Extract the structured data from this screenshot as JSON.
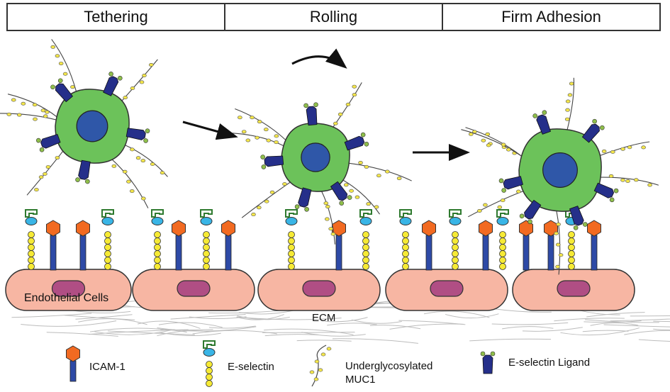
{
  "stages": [
    "Tethering",
    "Rolling",
    "Firm Adhesion"
  ],
  "labels": {
    "endothelial_cells": "Endothelial Cells",
    "ecm": "ECM"
  },
  "legend": {
    "icam1": "ICAM-1",
    "eselectin": "E-selectin",
    "muc1_line1": "Underglycosylated",
    "muc1_line2": "MUC1",
    "ligand": "E-selectin Ligand"
  },
  "colors": {
    "cell_green": "#6cc25a",
    "nucleus_blue": "#2f57a8",
    "endothelial_pink": "#f7b6a3",
    "endothelial_nucleus": "#b04e84",
    "icam_orange": "#f26a21",
    "stalk_blue": "#2e4aa6",
    "selectin_yellow": "#f6ea35",
    "selectin_head_cyan": "#39b5e6",
    "ligand_navy": "#252f8a",
    "ligand_tip_green": "#8fbf4a",
    "muc_yellow": "#f4e64a"
  }
}
